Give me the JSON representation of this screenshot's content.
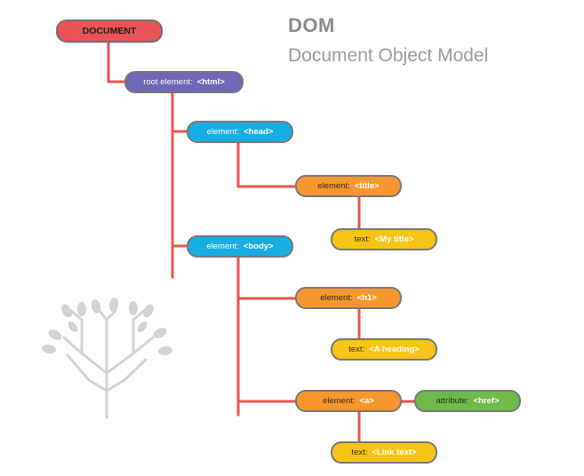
{
  "header": {
    "title": "DOM",
    "subtitle": "Document Object Model"
  },
  "nodes": {
    "document": {
      "label": "DOCUMENT"
    },
    "html": {
      "kind": "root element:",
      "tag": "<html>"
    },
    "head": {
      "kind": "element:",
      "tag": "<head>"
    },
    "title": {
      "kind": "element:",
      "tag": "<title>"
    },
    "title_text": {
      "kind": "text:",
      "tag": "<My title>"
    },
    "body": {
      "kind": "element:",
      "tag": "<body>"
    },
    "h1": {
      "kind": "element:",
      "tag": "<h1>"
    },
    "h1_text": {
      "kind": "text:",
      "tag": "<A heading>"
    },
    "a": {
      "kind": "element:",
      "tag": "<a>"
    },
    "href": {
      "kind": "attribute:",
      "tag": "<href>"
    },
    "a_text": {
      "kind": "text:",
      "tag": "<Link text>"
    }
  },
  "colors": {
    "connector": "#e8554e",
    "document": "#ea5455",
    "root": "#6d68b8",
    "element_blue": "#16aee4",
    "element_orange": "#f6962f",
    "text_yellow": "#f8c517",
    "attribute_green": "#6eba4b",
    "tree_icon": "#d0d0d0"
  },
  "icons": {
    "decoration": "tree-icon"
  }
}
